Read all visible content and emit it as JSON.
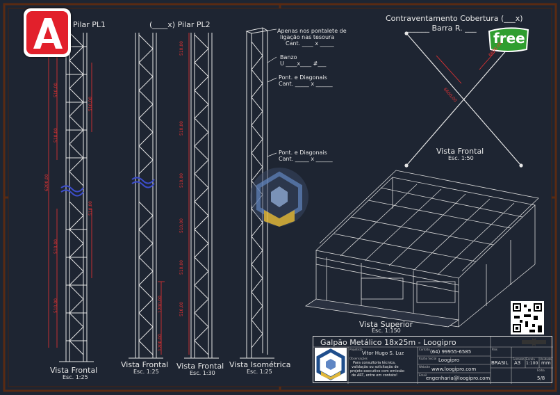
{
  "sheet": {
    "pillar1_title": "Pilar PL1",
    "pillar2_title": "(____x) Pilar PL2",
    "bracing_title": "Contraventamento Cobertura (___x)",
    "bracing_bar": "______ Barra R. ___",
    "vista_frontal": "Vista Frontal",
    "vista_isometrica": "Vista Isométrica",
    "vista_superior": "Vista Superior",
    "scale_125": "Esc. 1:25",
    "scale_130": "Esc. 1:30",
    "scale_150": "Esc. 1:50",
    "scale_1150": "Esc. 1:150"
  },
  "notes": {
    "apenas_line1": "Apenas nos pontalete de",
    "apenas_line2": "ligação nas tesoura",
    "apenas_line3": "Cant. ____ x _____",
    "banzo_line1": "Banzo",
    "banzo_line2": "U ____x____ #___",
    "pont1_line1": "Pont. e Diagonais",
    "pont1_line2": "Cant. _____ x ______",
    "pont2_line1": "Pont. e Diagonais",
    "pont2_line2": "Cant. _____ x ______"
  },
  "dimensions": {
    "pl1_left_total": "6200,00",
    "pl1_left_a": "510,00",
    "pl1_left_b": "510,00",
    "pl1_left_c": "510,00",
    "pl1_left_d": "510,00",
    "pl1_right_a": "510,00",
    "pl1_right_b": "510,00",
    "pl2_a": "510,00",
    "pl2_b": "510,00",
    "pl2_c": "510,00",
    "pl2_d": "510,00",
    "pl2_e": "510,00",
    "pl2_f": "510,00",
    "pl1b_a": "1200,00",
    "pl1b_b": "1200,00",
    "bracing_a": "6600,00",
    "bracing_b": "6600,00"
  },
  "badge": {
    "free": "free"
  },
  "titleblock": {
    "title": "Galpão Metálico 18x25m - Loogipro",
    "lbl_projetista": "Projetista",
    "projetista": "Vitor Hugo S. Luz",
    "lbl_contato": "Contato",
    "contato": "(64) 99955-6585",
    "lbl_obs": "Observações",
    "obs_line1": "Para consultoria técnica,",
    "obs_line2": "validação ou solicitação de",
    "obs_line3": "projeto executivo com emissão",
    "obs_line4": "de ART, entre em contato!",
    "lbl_razao": "Razão Social",
    "razao": "Loogipro",
    "lbl_website": "Website",
    "website": "www.loogipro.com",
    "lbl_email": "Email",
    "email": "engenharia@loogipro.com",
    "lbl_pais": "País",
    "pais": "BRASIL",
    "lbl_formato": "Formato",
    "formato": "A3",
    "lbl_escala": "Escala",
    "escala": "1:100",
    "lbl_unidade": "Unidade",
    "unidade": "mm",
    "lbl_folha": "Folha",
    "folha": "5/8"
  },
  "colors": {
    "background": "#1e2532",
    "frame": "#5a2a12",
    "structure": "#e6e6e6",
    "dimension": "#e53030",
    "autocad_red": "#e2202b",
    "badge_green": "#2f9e2f"
  },
  "icons": {
    "app_logo": "autocad-logo-icon",
    "watermark": "loogipro-logo-icon",
    "qr": "qr-code-icon"
  }
}
